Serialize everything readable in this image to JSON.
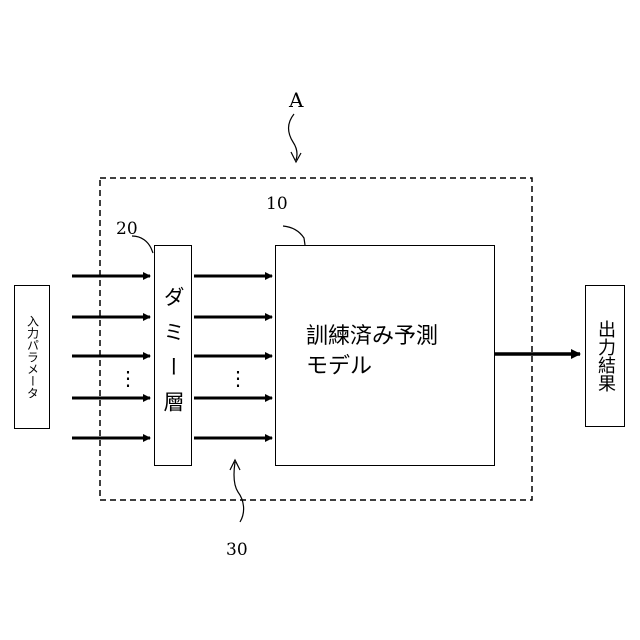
{
  "labels": {
    "system_ref": "A",
    "model_ref": "10",
    "dummy_ref": "20",
    "connection_ref": "30"
  },
  "input_box": {
    "text": "入力パラメータ"
  },
  "dummy_layer": {
    "text": "ダミー層"
  },
  "model_box": {
    "line1": "訓練済み予測",
    "line2": "モデル"
  },
  "output_box": {
    "text": "出力結果"
  },
  "ellipsis": "⋮"
}
